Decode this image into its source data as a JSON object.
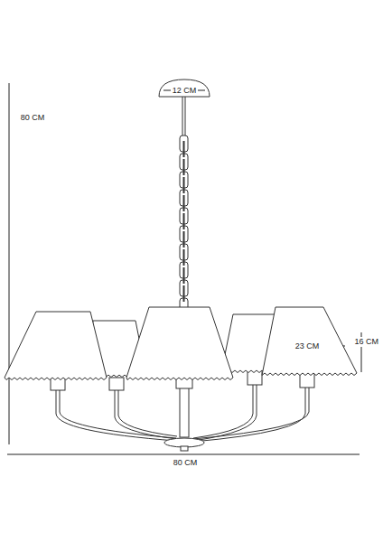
{
  "diagram": {
    "labels": [
      "80 CM",
      "12 CM",
      "16 CM",
      "23 CM",
      "80 CM"
    ]
  }
}
